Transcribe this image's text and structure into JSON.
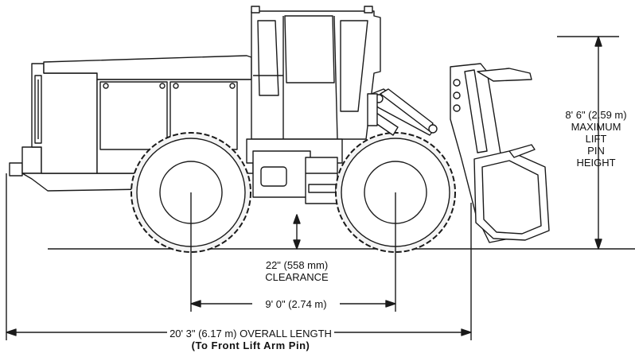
{
  "diagram": {
    "lift_height": {
      "line1": "8' 6\" (2.59 m)",
      "line2": "MAXIMUM",
      "line3": "LIFT",
      "line4": "PIN",
      "line5": "HEIGHT"
    },
    "clearance": {
      "line1": "22\" (558 mm)",
      "line2": "CLEARANCE"
    },
    "wheelbase": {
      "label": "9' 0\" (2.74 m)"
    },
    "overall_length": {
      "line1": "20' 3\" (6.17 m) OVERALL LENGTH",
      "line2": "(To Front Lift Arm Pin)"
    },
    "colors": {
      "line": "#1a1a1a",
      "fill": "#ffffff",
      "tire_fill": "#f4f4f4"
    }
  }
}
